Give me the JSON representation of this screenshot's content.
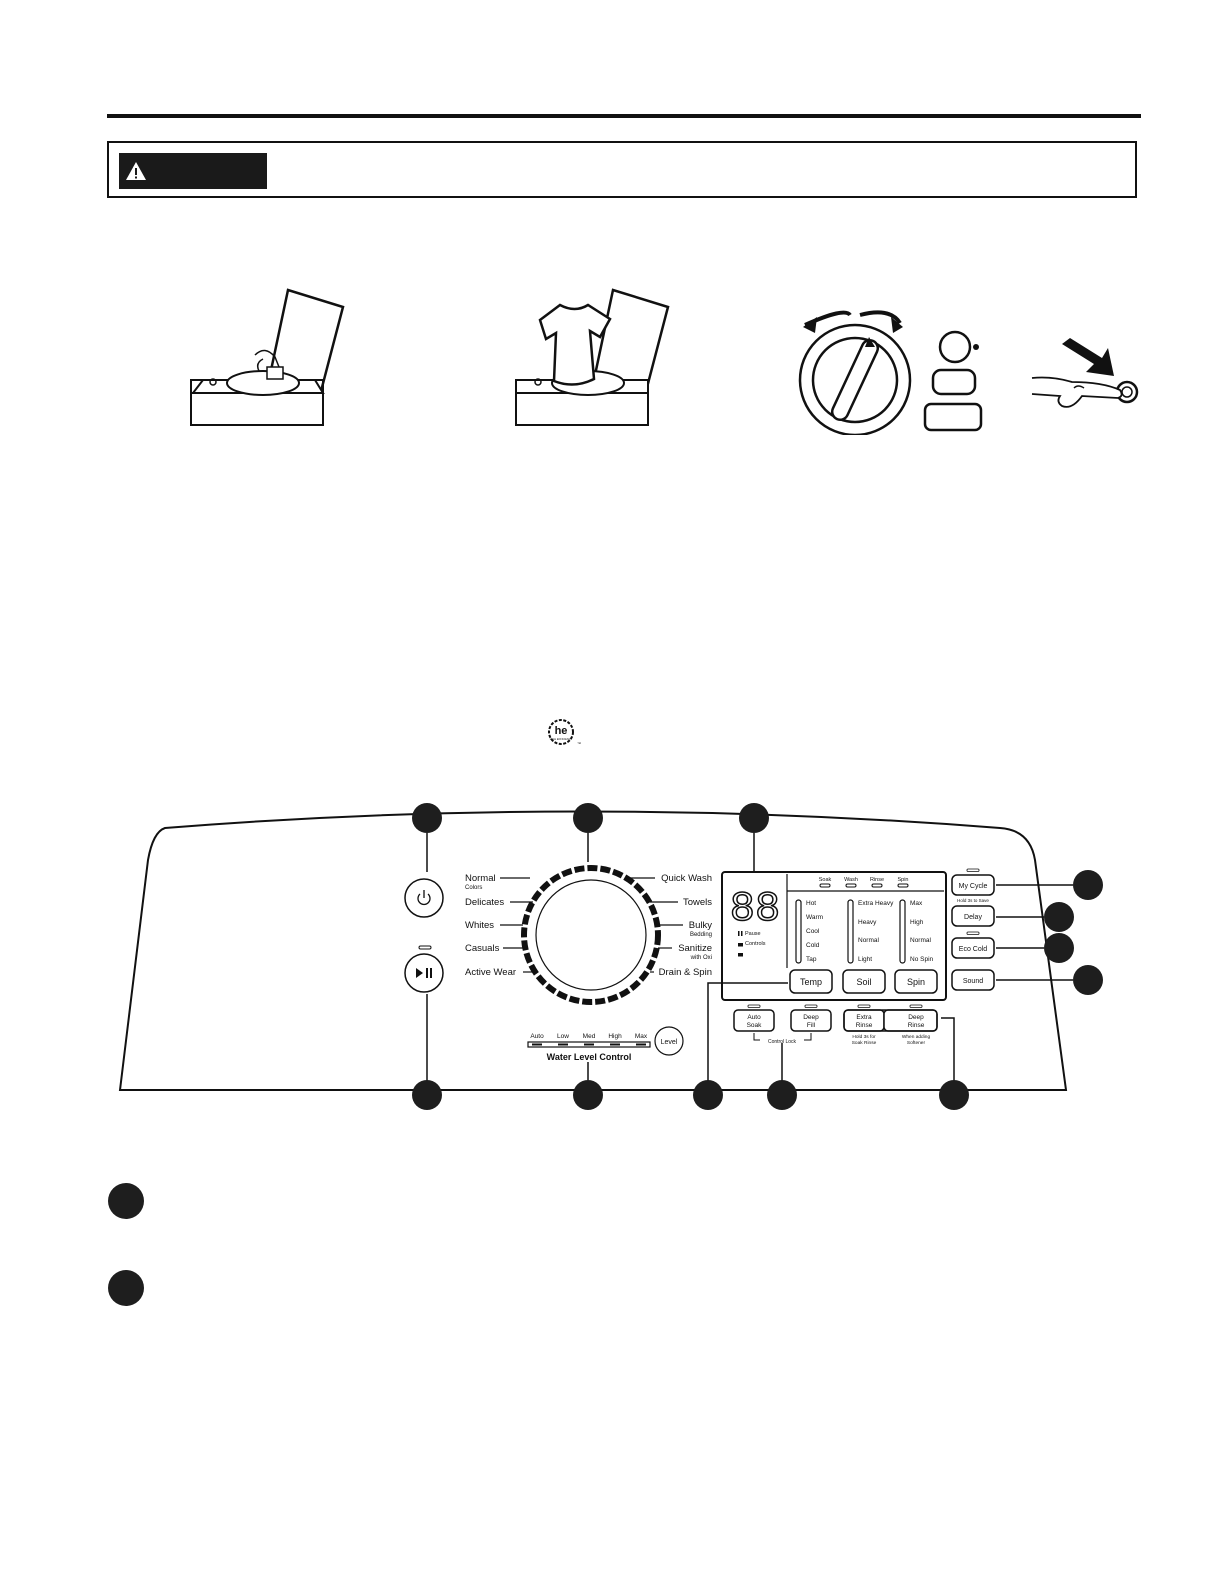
{
  "warning_icon": "warning-triangle-icon",
  "illustrations": [
    "detergent-pour-illustration",
    "load-clothes-illustration",
    "cycle-knob-illustration",
    "press-start-illustration"
  ],
  "he_logo": {
    "text": "he",
    "subtext": "HIGH EFFICIENCY"
  },
  "panel": {
    "power_icon": "power-icon",
    "start_pause_icon": "play-pause-icon",
    "cycles_left": [
      {
        "label": "Normal",
        "sub": "Colors"
      },
      {
        "label": "Delicates",
        "sub": ""
      },
      {
        "label": "Whites",
        "sub": ""
      },
      {
        "label": "Casuals",
        "sub": ""
      },
      {
        "label": "Active Wear",
        "sub": ""
      }
    ],
    "cycles_right": [
      {
        "label": "Quick Wash",
        "sub": ""
      },
      {
        "label": "Towels",
        "sub": ""
      },
      {
        "label": "Bulky",
        "sub": "Bedding"
      },
      {
        "label": "Sanitize",
        "sub": "with Oxi"
      },
      {
        "label": "Drain & Spin",
        "sub": ""
      }
    ],
    "display": {
      "digits": "88",
      "pause": "Pause",
      "controls": "Controls"
    },
    "status_labels": [
      "Soak",
      "Wash",
      "Rinse",
      "Spin"
    ],
    "temp_levels": [
      "Hot",
      "Warm",
      "Cool",
      "Cold",
      "Tap"
    ],
    "soil_levels": [
      "Extra Heavy",
      "Heavy",
      "Normal",
      "Light"
    ],
    "spin_levels": [
      "Max",
      "High",
      "Normal",
      "No Spin"
    ],
    "buttons": {
      "temp": "Temp",
      "soil": "Soil",
      "spin": "Spin"
    },
    "right_buttons": {
      "my_cycle": "My Cycle",
      "hold_save": "Hold 3s to Save",
      "delay": "Delay",
      "eco_cold": "Eco Cold",
      "sound": "Sound"
    },
    "option_buttons": {
      "auto_soak": [
        "Auto",
        "Soak"
      ],
      "deep_fill": [
        "Deep",
        "Fill"
      ],
      "extra_rinse": [
        "Extra",
        "Rinse"
      ],
      "deep_rinse": [
        "Deep",
        "Rinse"
      ],
      "control_lock": "Control Lock",
      "extra_rinse_note": [
        "Hold 3s for",
        "Soak Rinse"
      ],
      "deep_rinse_note": [
        "When adding",
        "Softener"
      ]
    },
    "water_levels": [
      "Auto",
      "Low",
      "Med",
      "High",
      "Max"
    ],
    "level_button": "Level",
    "water_level_title": "Water Level Control"
  }
}
